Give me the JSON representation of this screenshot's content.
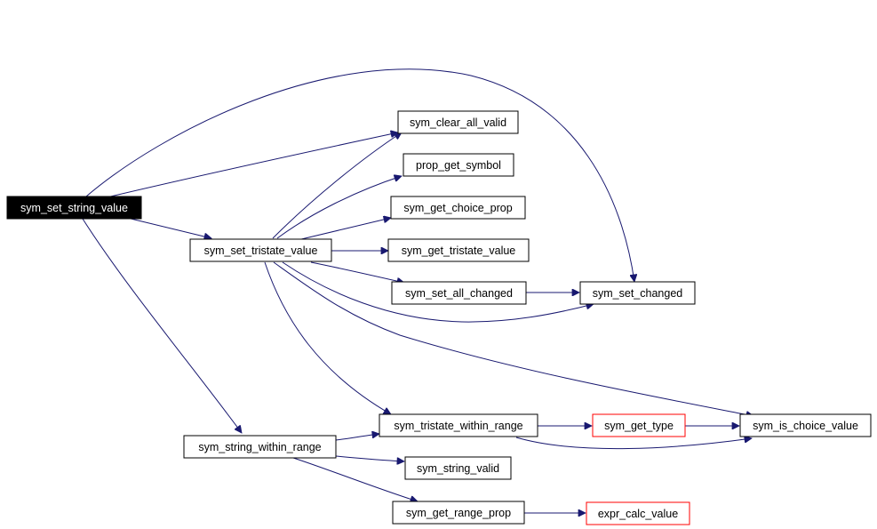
{
  "graph": {
    "colors": {
      "edge": "#191970",
      "box_border": "#000000",
      "box_border_undocumented": "#ff0000",
      "root_fill": "#000000",
      "root_text": "#ffffff"
    },
    "nodes": {
      "sym_set_string_value": "sym_set_string_value",
      "sym_clear_all_valid": "sym_clear_all_valid",
      "prop_get_symbol": "prop_get_symbol",
      "sym_get_choice_prop": "sym_get_choice_prop",
      "sym_get_tristate_value": "sym_get_tristate_value",
      "sym_set_tristate_value": "sym_set_tristate_value",
      "sym_set_all_changed": "sym_set_all_changed",
      "sym_set_changed": "sym_set_changed",
      "sym_tristate_within_range": "sym_tristate_within_range",
      "sym_get_type": "sym_get_type",
      "sym_is_choice_value": "sym_is_choice_value",
      "sym_string_within_range": "sym_string_within_range",
      "sym_string_valid": "sym_string_valid",
      "sym_get_range_prop": "sym_get_range_prop",
      "expr_calc_value": "expr_calc_value"
    },
    "edges": [
      [
        "sym_set_string_value",
        "sym_clear_all_valid"
      ],
      [
        "sym_set_string_value",
        "sym_set_tristate_value"
      ],
      [
        "sym_set_string_value",
        "sym_set_changed"
      ],
      [
        "sym_set_string_value",
        "sym_string_within_range"
      ],
      [
        "sym_set_tristate_value",
        "sym_clear_all_valid"
      ],
      [
        "sym_set_tristate_value",
        "prop_get_symbol"
      ],
      [
        "sym_set_tristate_value",
        "sym_get_choice_prop"
      ],
      [
        "sym_set_tristate_value",
        "sym_get_tristate_value"
      ],
      [
        "sym_set_tristate_value",
        "sym_set_all_changed"
      ],
      [
        "sym_set_tristate_value",
        "sym_set_changed"
      ],
      [
        "sym_set_tristate_value",
        "sym_is_choice_value"
      ],
      [
        "sym_set_tristate_value",
        "sym_tristate_within_range"
      ],
      [
        "sym_set_all_changed",
        "sym_set_changed"
      ],
      [
        "sym_tristate_within_range",
        "sym_get_type"
      ],
      [
        "sym_tristate_within_range",
        "sym_is_choice_value"
      ],
      [
        "sym_get_type",
        "sym_is_choice_value"
      ],
      [
        "sym_string_within_range",
        "sym_tristate_within_range"
      ],
      [
        "sym_string_within_range",
        "sym_string_valid"
      ],
      [
        "sym_string_within_range",
        "sym_get_range_prop"
      ],
      [
        "sym_get_range_prop",
        "expr_calc_value"
      ]
    ]
  }
}
